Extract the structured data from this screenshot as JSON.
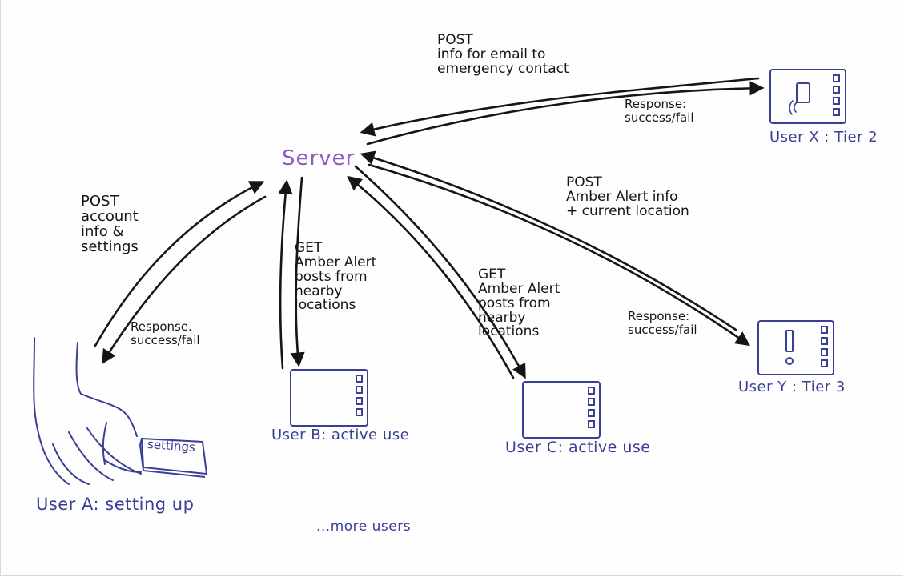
{
  "colors": {
    "ink": "#151515",
    "user_label": "#3a3f96",
    "server_label": "#8c5cc4"
  },
  "server": {
    "label": "Server"
  },
  "users": {
    "a": {
      "label": "User A: setting up",
      "device_label": "settings"
    },
    "b": {
      "label": "User B: active use"
    },
    "c": {
      "label": "User C: active use"
    },
    "x": {
      "label": "User X : Tier 2"
    },
    "y": {
      "label": "User Y : Tier 3"
    }
  },
  "more_users": "...more users",
  "arrows": {
    "a_request": "POST\naccount\ninfo &\nsettings",
    "a_response": "Response.\nsuccess/fail",
    "b_request": "GET\nAmber Alert\nposts from\nnearby\nlocations",
    "c_request": "GET\nAmber Alert\nposts from\nnearby\nlocations",
    "x_request": "POST\ninfo for email to\nemergency contact",
    "x_response": "Response:\nsuccess/fail",
    "y_request": "POST\nAmber Alert info\n+ current location",
    "y_response": "Response:\nsuccess/fail"
  },
  "icons": [
    "hand-icon",
    "phone-device-icon",
    "vibrate-icon",
    "alert-exclamation-icon"
  ]
}
